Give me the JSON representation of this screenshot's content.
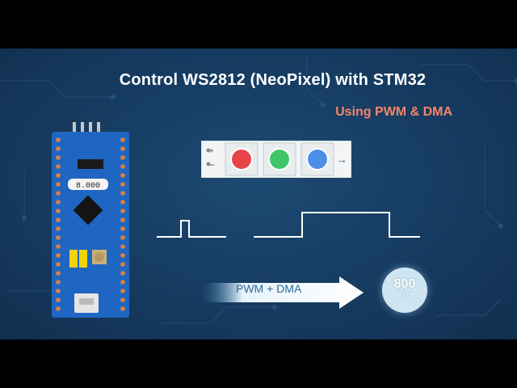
{
  "title": "Control WS2812 (NeoPixel) with STM32",
  "subtitle": "Using PWM & DMA",
  "board": {
    "crystal_label": "8.000"
  },
  "led_strip": {
    "led_colors": [
      "#e8434b",
      "#3fc66a",
      "#4d8fe8"
    ],
    "connector_icon": "plus-minus-icon"
  },
  "flow": {
    "label": "PWM + DMA"
  },
  "frequency_badge": {
    "value": "800",
    "unit": "KHz"
  },
  "colors": {
    "accent": "#f4856a",
    "background": "#163b60"
  }
}
